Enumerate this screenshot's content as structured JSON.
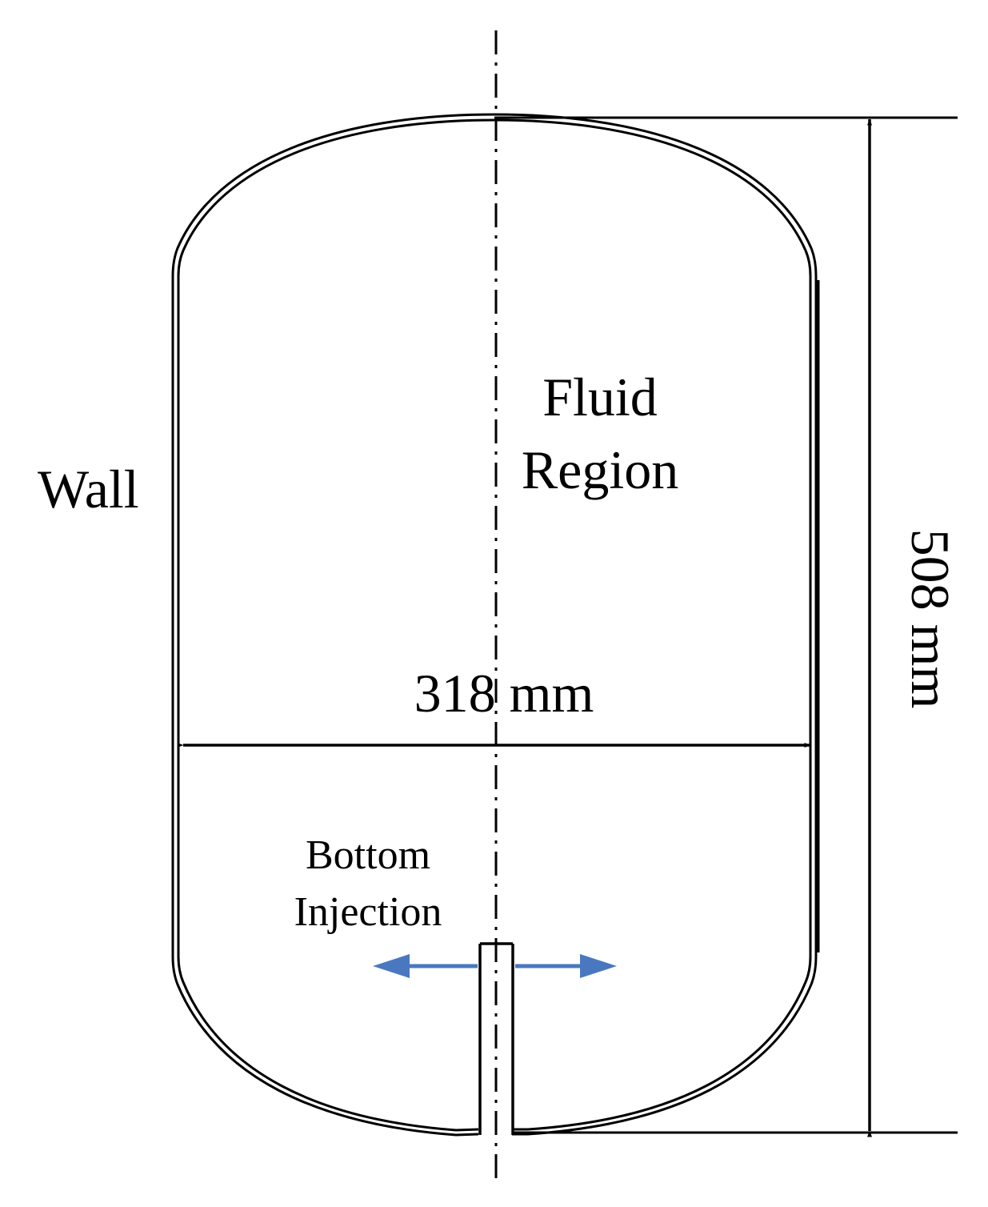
{
  "labels": {
    "wall": "Wall",
    "fluid_line1": "Fluid",
    "fluid_line2": "Region",
    "diameter": "318 mm",
    "height": "508 mm",
    "injection_line1": "Bottom",
    "injection_line2": "Injection"
  },
  "colors": {
    "line": "#000000",
    "injection_arrow": "#4a78c0",
    "background": "#ffffff"
  }
}
